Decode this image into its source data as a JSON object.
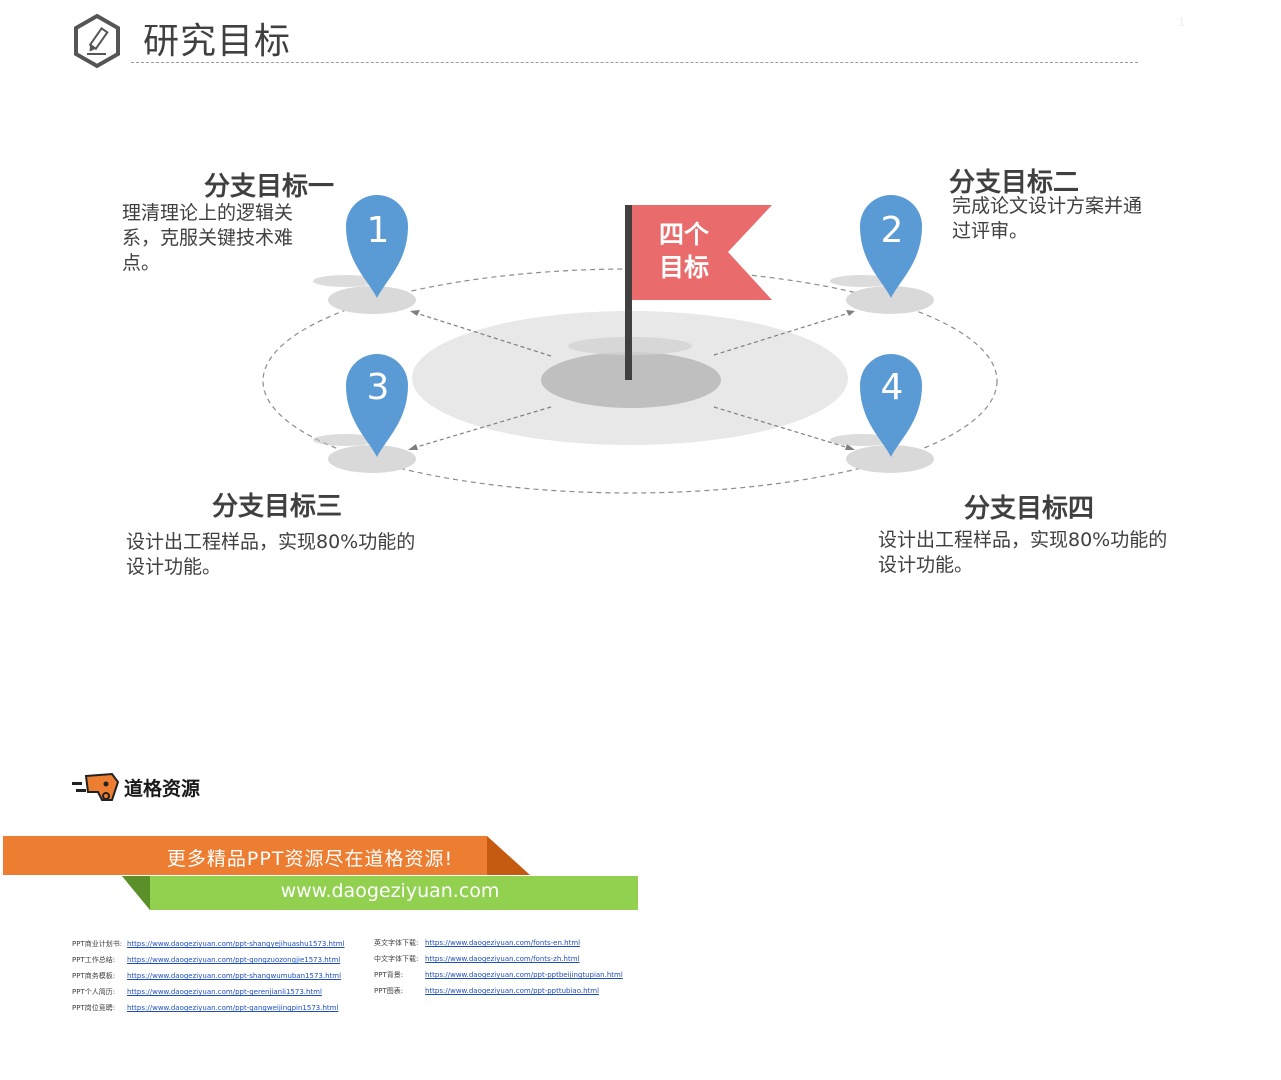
{
  "header": {
    "title": "研究目标",
    "page_number": "1"
  },
  "center": {
    "flag_text_line1": "四个",
    "flag_text_line2": "目标"
  },
  "goals": [
    {
      "number": "1",
      "title": "分支目标一",
      "description": "理清理论上的逻辑关系，克服关键技术难点。"
    },
    {
      "number": "2",
      "title": "分支目标二",
      "description": "完成论文设计方案并通过评审。"
    },
    {
      "number": "3",
      "title": "分支目标三",
      "description": "设计出工程样品，实现80%功能的设计功能。"
    },
    {
      "number": "4",
      "title": "分支目标四",
      "description": "设计出工程样品，实现80%功能的设计功能。"
    }
  ],
  "colors": {
    "pin": "#5b9bd5",
    "flag": "#e96b6b",
    "banner_orange": "#ed7d31",
    "banner_green": "#92d050"
  },
  "footer": {
    "logo_text": "道格资源",
    "banner_line1": "更多精品PPT资源尽在道格资源!",
    "banner_line2": "www.daogeziyuan.com",
    "links_left": [
      {
        "label": "PPT商业计划书:",
        "url": "https://www.daogeziyuan.com/ppt-shangyejihuashu1573.html"
      },
      {
        "label": "PPT工作总结:",
        "url": "https://www.daogeziyuan.com/ppt-gongzuozongjie1573.html"
      },
      {
        "label": "PPT商务模板:",
        "url": "https://www.daogeziyuan.com/ppt-shangwumuban1573.html"
      },
      {
        "label": "PPT个人简历:",
        "url": "https://www.daogeziyuan.com/ppt-gerenjianli1573.html"
      },
      {
        "label": "PPT岗位竞聘:",
        "url": "https://www.daogeziyuan.com/ppt-gangweijingpin1573.html"
      }
    ],
    "links_right": [
      {
        "label": "英文字体下载:",
        "url": "https://www.daogeziyuan.com/fonts-en.html"
      },
      {
        "label": "中文字体下载:",
        "url": "https://www.daogeziyuan.com/fonts-zh.html"
      },
      {
        "label": "PPT背景:",
        "url": "https://www.daogeziyuan.com/ppt-pptbeijingtupian.html"
      },
      {
        "label": "PPT图表:",
        "url": "https://www.daogeziyuan.com/ppt-ppttubiao.html"
      }
    ]
  }
}
